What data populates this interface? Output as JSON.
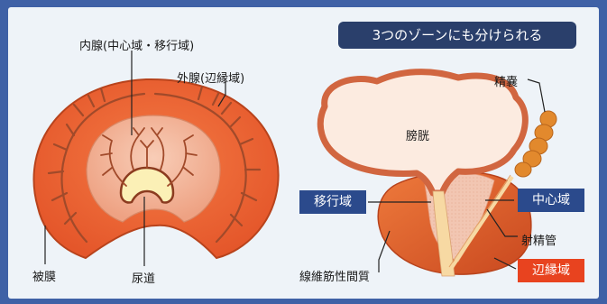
{
  "title": "3つのゾーンにも分けられる",
  "labels": {
    "inner_gland": "内腺(中心域・移行域)",
    "outer_gland": "外腺(辺縁域)",
    "capsule": "被膜",
    "urethra": "尿道",
    "bladder": "膀胱",
    "seminal_vesicle": "精嚢",
    "transition_zone": "移行域",
    "central_zone": "中心域",
    "ejaculatory_duct": "射精管",
    "fibromuscular_stroma": "線維筋性間質",
    "peripheral_zone": "辺縁域"
  },
  "colors": {
    "frame": "#3f61a6",
    "panel": "#eef3f8",
    "title_bg": "#2a3f6b",
    "zone_box": "#2b4a8c",
    "peripheral_box": "#e8431f",
    "outer_orange": "#f06a36",
    "inner_pink": "#f4b79c",
    "urethra_fill": "#fbf0b6",
    "bladder_fill": "#fcebe0",
    "vessel_brown": "#a14a2a",
    "vesicle_orange": "#e2892d"
  }
}
